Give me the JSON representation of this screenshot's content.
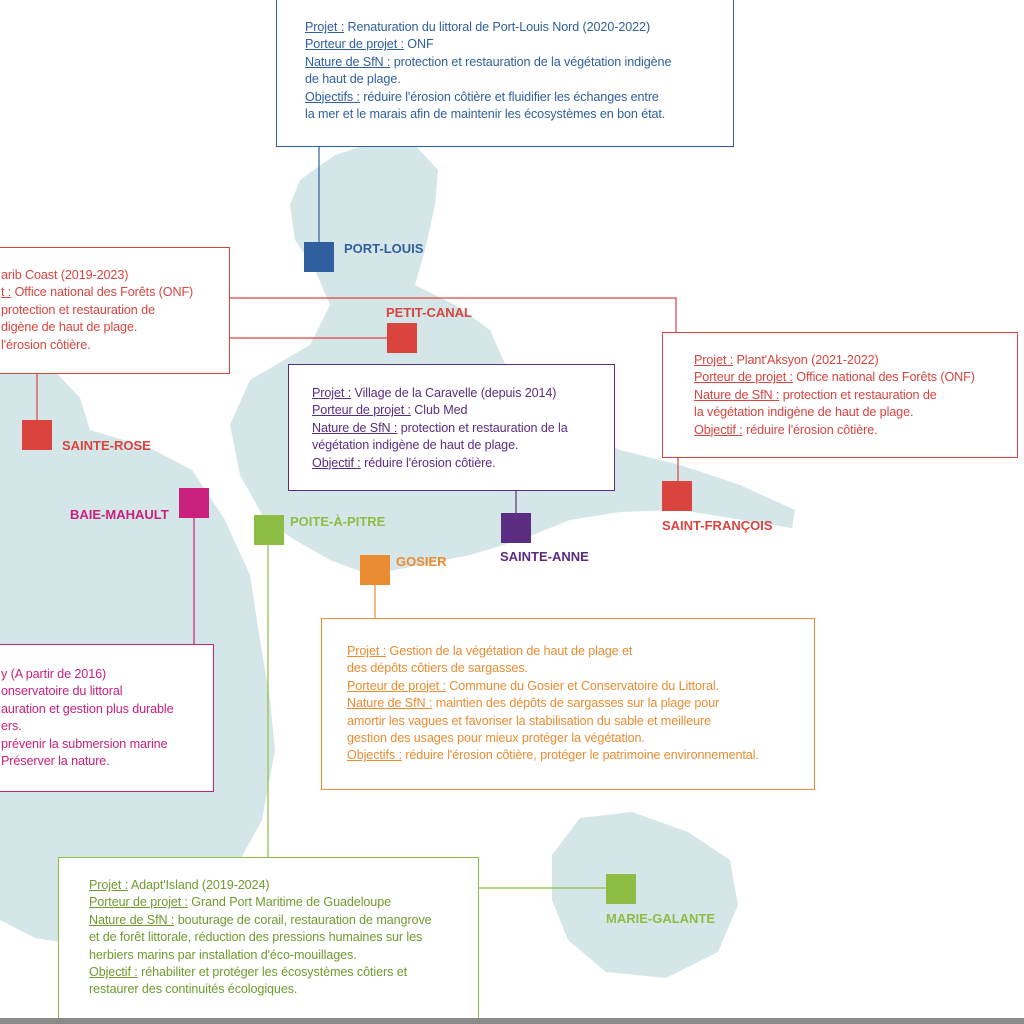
{
  "colors": {
    "land": "#d5e6e8",
    "blue": "#2f5f9e",
    "red": "#d9443f",
    "purple": "#5b2d82",
    "magenta": "#c9207e",
    "green": "#8dbd45",
    "orange": "#e98c32"
  },
  "cities": {
    "port_louis": "PORT-LOUIS",
    "petit_canal": "PETIT-CANAL",
    "sainte_rose": "SAINTE-ROSE",
    "baie_mahault": "BAIE-MAHAULT",
    "pointe_a_pitre": "POITE-À-PITRE",
    "gosier": "GOSIER",
    "sainte_anne": "SAINTE-ANNE",
    "saint_francois": "SAINT-FRANÇOIS",
    "marie_galante": "MARIE-GALANTE"
  },
  "port_louis_box": {
    "l1_label": "Projet :",
    "l1_text": " Renaturation du littoral de Port-Louis Nord (2020-2022)",
    "l2_label": "Porteur de projet :",
    "l2_text": " ONF",
    "l3_label": "Nature de SfN :",
    "l3_text": " protection et restauration de la végétation indigène",
    "l4_text": "de haut de plage.",
    "l5_label": "Objectifs :",
    "l5_text": " réduire l'érosion côtière et fluidifier les échanges entre",
    "l6_text": "la mer et le marais afin de maintenir les écosystèmes en bon état."
  },
  "sainte_rose_box": {
    "l1_text": "arib Coast (2019-2023)",
    "l2_label": "t :",
    "l2_text": " Office national des Forêts (ONF)",
    "l3_text": "protection et restauration de",
    "l4_text": "digène de haut de plage.",
    "l5_text": " l'érosion côtière."
  },
  "saint_francois_box": {
    "l1_label": "Projet :",
    "l1_text": " Plant'Aksyon (2021-2022)",
    "l2_label": "Porteur de projet :",
    "l2_text": " Office national des Forêts (ONF)",
    "l3_label": "Nature de SfN :",
    "l3_text": " protection et restauration de",
    "l4_text": "la végétation indigène de haut de plage.",
    "l5_label": "Objectif :",
    "l5_text": " réduire l'érosion côtière."
  },
  "sainte_anne_box": {
    "l1_label": "Projet :",
    "l1_text": " Village de la Caravelle (depuis 2014)",
    "l2_label": "Porteur de projet :",
    "l2_text": " Club Med",
    "l3_label": "Nature de SfN :",
    "l3_text": " protection et restauration de la",
    "l4_text": "végétation indigène de haut de plage.",
    "l5_label": "Objectif :",
    "l5_text": " réduire l'érosion côtière."
  },
  "baie_mahault_box": {
    "l1_text": "y (A partir de 2016)",
    "l2_text": "onservatoire du littoral",
    "l3_text": "auration et gestion plus durable",
    "l4_text": "ers.",
    "l5_text": "prévenir la submersion marine",
    "l6_text": "Préserver la nature."
  },
  "gosier_box": {
    "l1_label": "Projet :",
    "l1_text": " Gestion de la végétation de haut de plage et",
    "l2_text": "des dépôts côtiers de sargasses.",
    "l3_label": "Porteur de projet :",
    "l3_text": " Commune du Gosier et Conservatoire du Littoral.",
    "l4_label": "Nature de SfN :",
    "l4_text": " maintien des dépôts de sargasses sur la plage pour",
    "l5_text": "amortir les vagues et favoriser la stabilisation du sable et meilleure",
    "l6_text": "gestion des usages pour mieux protéger la végétation.",
    "l7_label": "Objectifs :",
    "l7_text": " réduire l'érosion côtière, protéger le patrimoine environnemental."
  },
  "marie_galante_box": {
    "l1_label": "Projet :",
    "l1_text": " Adapt'Island (2019-2024)",
    "l2_label": "Porteur de projet :",
    "l2_text": " Grand Port Maritime de Guadeloupe",
    "l3_label": "Nature de SfN :",
    "l3_text": " bouturage de corail, restauration de mangrove",
    "l4_text": "et de forêt littorale, réduction des pressions humaines sur les",
    "l5_text": "herbiers marins par installation d'éco-mouillages.",
    "l6_label": "Objectif :",
    "l6_text": "  réhabiliter et protéger les écosystèmes côtiers et",
    "l7_text": "restaurer des continuités écologiques."
  }
}
